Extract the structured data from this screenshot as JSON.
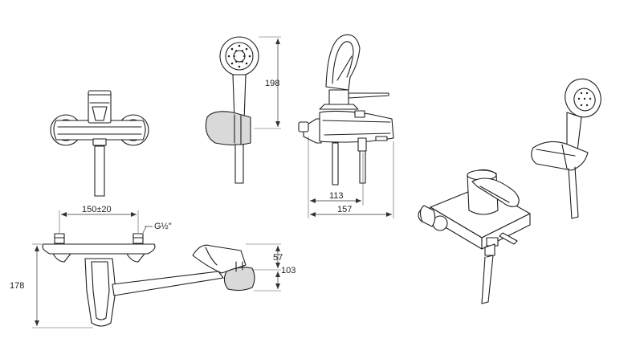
{
  "drawing": {
    "dimensions": {
      "handshower_height": "198",
      "spout_depth": "113",
      "total_depth": "157",
      "inlet_spacing": "150±20",
      "inlet_thread": "G½\"",
      "body_height": "178",
      "holder_top": "57",
      "holder_total": "103"
    }
  }
}
